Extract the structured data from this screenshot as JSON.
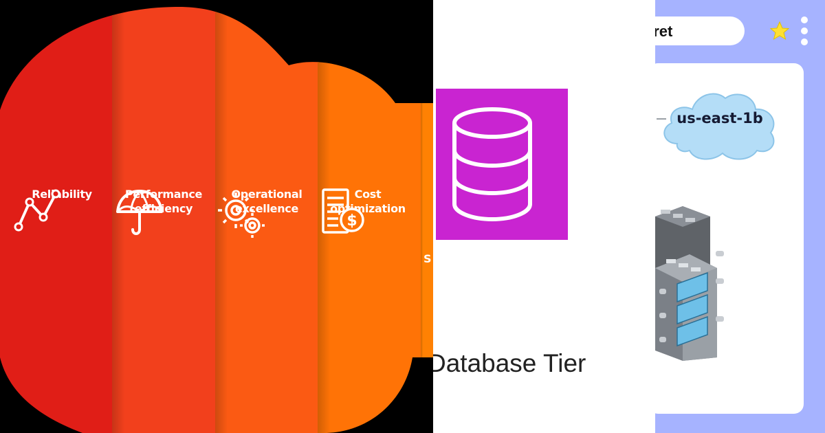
{
  "pillars": [
    {
      "label": "Reliability",
      "icon": "line-chart-icon"
    },
    {
      "label": "Performance\nefficiency",
      "icon": "umbrella-icon"
    },
    {
      "label": "Operational\nexcellence",
      "icon": "gears-icon"
    },
    {
      "label": "Cost\noptimization",
      "icon": "cost-document-icon"
    },
    {
      "label": "S",
      "icon": ""
    }
  ],
  "database": {
    "label": "Database Tier",
    "icon": "database-icon",
    "box_color": "#c924d1"
  },
  "browser": {
    "address_text": "cret",
    "availability_zone": "us-east-1b",
    "frame_color": "#a6b3ff",
    "star_color": "#ffe033"
  },
  "colors": {
    "stripe_1": "#e01e17",
    "stripe_2": "#f2401c",
    "stripe_3": "#fb5a13",
    "stripe_4": "#ff7306",
    "stripe_5": "#ff8103"
  }
}
